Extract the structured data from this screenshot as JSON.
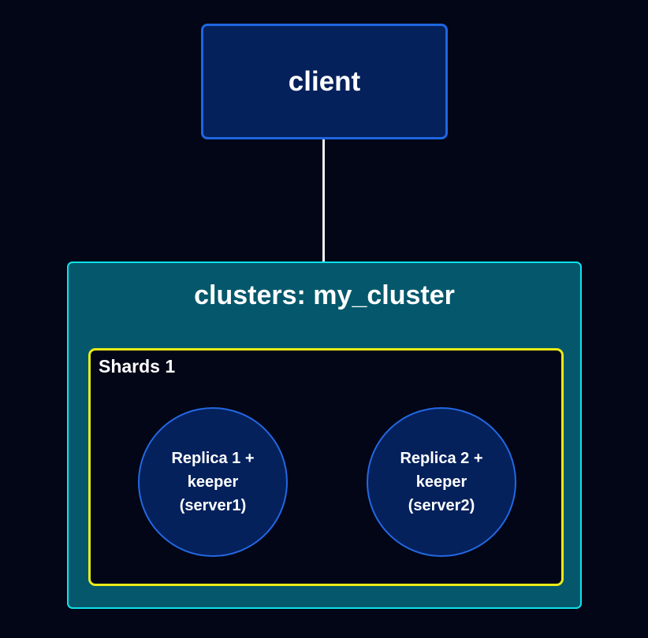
{
  "colors": {
    "page_bg": "#020617",
    "node_fill": "#04215c",
    "node_border": "#1f66e0",
    "circle_border": "#2467e2",
    "cluster_fill": "#05586b",
    "cluster_border": "#0fe2ec",
    "shard_fill": "#020617",
    "shard_border": "#e9eb17",
    "connector": "#f3f1f5",
    "text": "#ffffff"
  },
  "client": {
    "label": "client"
  },
  "cluster": {
    "title": "clusters: my_cluster"
  },
  "shard": {
    "label": "Shards 1"
  },
  "replicas": [
    {
      "lines": [
        "Replica 1 +",
        "keeper",
        "(server1)"
      ]
    },
    {
      "lines": [
        "Replica 2 +",
        "keeper",
        "(server2)"
      ]
    }
  ]
}
